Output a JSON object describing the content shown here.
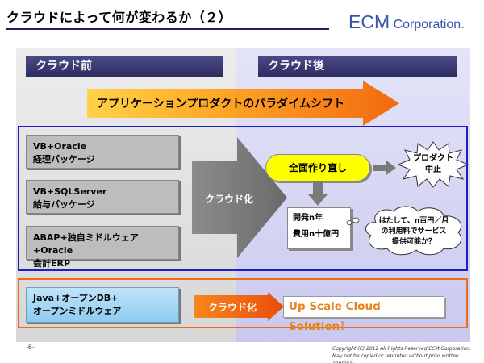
{
  "header": {
    "title": "クラウドによって何が変わるか（２）",
    "logo": {
      "e": "E",
      "c": "C",
      "m": "M",
      "rest": " Corporation."
    }
  },
  "left": {
    "heading": "クラウド前",
    "systems": [
      {
        "line1": "VB+Oracle",
        "line2": "経理パッケージ"
      },
      {
        "line1": "VB+SQLServer",
        "line2": "給与パッケージ"
      },
      {
        "line1": "ABAP+独自ミドルウェア+Oracle",
        "line2": "会計ERP"
      }
    ],
    "java": {
      "line1": "Java+オープンDB+",
      "line2": "オープンミドルウェア"
    }
  },
  "right": {
    "heading": "クラウド後"
  },
  "paradigm_shift": "アプリケーションプロダクトのパラダイムシフト",
  "cloudify_label": "クラウド化",
  "cloudify_label_2": "クラウド化",
  "rebuild": "全面作り直し",
  "product_stop": {
    "line1": "プロダクト",
    "line2": "中止"
  },
  "dev_cost": {
    "line1": "開発n年",
    "line2": "費用n十億円"
  },
  "question": {
    "line1": "はたして、n百円／月",
    "line2": "の利用料でサービス",
    "line3": "提供可能か？"
  },
  "upscale": "Up Scale Cloud Solution！",
  "footer": {
    "page": "-6-",
    "copyright1": "Copyright (C) 2012 All Rights Reserved ECM Corporation.",
    "copyright2": "May not be copied or reprinted without prior written approval."
  },
  "colors": {
    "navy": "#2d2d62",
    "orange": "#f26a10",
    "yellow": "#ffff00",
    "blue_frame": "#1e1ec8",
    "logo": "#3a55a8"
  }
}
